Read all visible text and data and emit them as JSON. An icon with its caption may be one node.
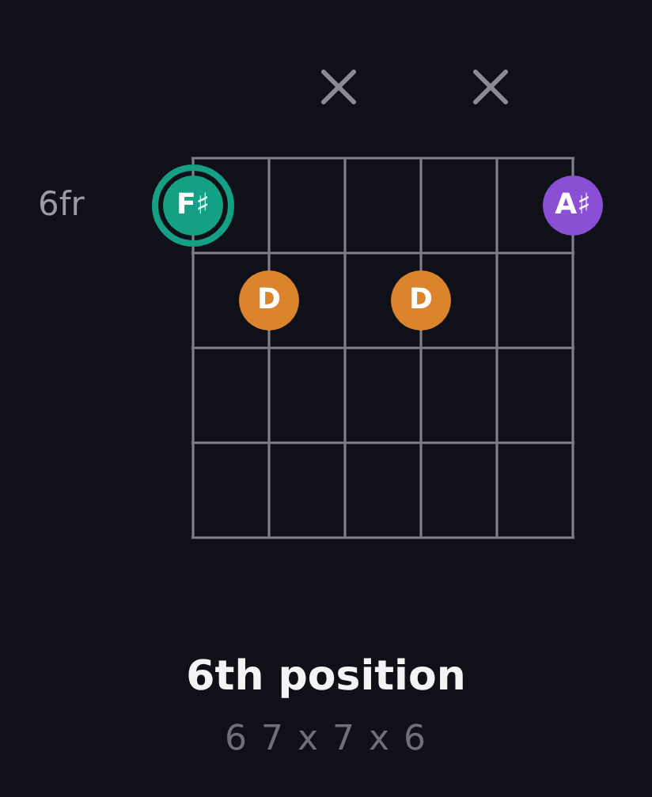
{
  "diagram": {
    "title": "6th position",
    "nodes": [
      {
        "text": [
          "F♯"
        ]
      },
      {
        "text": [
          "A♯"
        ]
      },
      {
        "text": [
          "D"
        ]
      },
      {
        "text": [
          "D"
        ]
      }
    ],
    "labels": [
      "6fr",
      "6 7 x 7 x 6"
    ]
  }
}
